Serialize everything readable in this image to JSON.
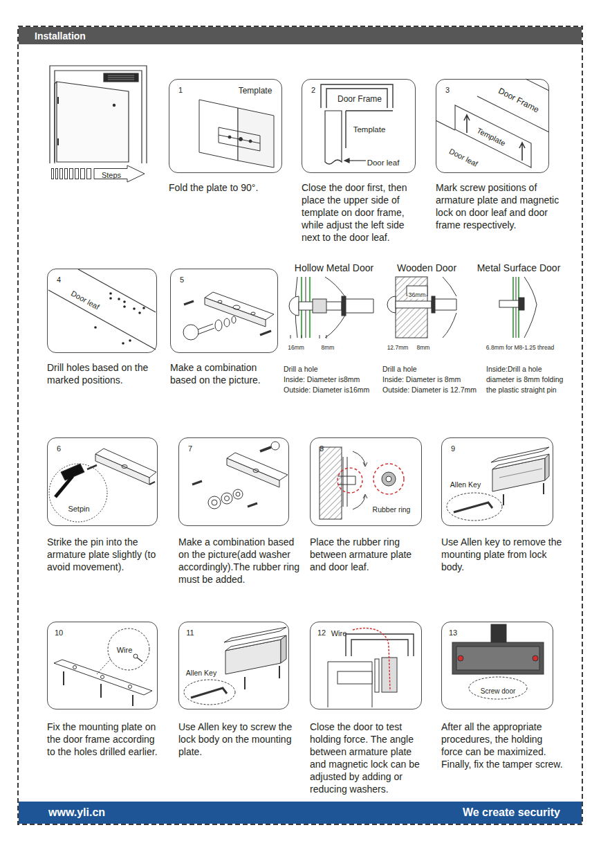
{
  "diagram": {
    "title": "Installation",
    "nodes": [
      {
        "text": [
          "Steps"
        ]
      },
      {
        "text": [
          "1",
          "Template",
          "Fold the plate to 90°."
        ]
      },
      {
        "text": [
          "2",
          "Door Frame",
          "Template",
          "Door leaf",
          "Close the door first, then place the upper side of template on door frame, while adjust the left side next to the door leaf."
        ]
      },
      {
        "text": [
          "3",
          "Door Frame",
          "Template",
          "Door leaf",
          "Mark screw positions of armature plate and magnetic lock on door leaf and door frame respectively."
        ]
      },
      {
        "text": [
          "4",
          "Door leaf",
          "Drill holes based on the marked positions."
        ]
      },
      {
        "text": [
          "5",
          "Make a combination based on the picture."
        ]
      },
      {
        "text": [
          "6",
          "Setpin",
          "Strike the pin into the armature plate slightly (to avoid movement)."
        ]
      },
      {
        "text": [
          "7",
          "Make a combination based on the picture(add washer accordingly).The rubber ring must be added."
        ]
      },
      {
        "text": [
          "8",
          "Rubber ring",
          "Place the rubber ring between armature plate and door leaf."
        ]
      },
      {
        "text": [
          "9",
          "Allen Key",
          "Use Allen key to remove the mounting plate from lock body."
        ]
      },
      {
        "text": [
          "10",
          "Wire",
          "Fix the mounting plate on the door frame according to the holes drilled earlier."
        ]
      },
      {
        "text": [
          "11",
          "Allen Key",
          "Use Allen key to screw the lock body on the mounting plate."
        ]
      },
      {
        "text": [
          "12",
          "Wire",
          "Close the door to test holding force. The angle between armature plate and magnetic lock can be adjusted by adding or reducing washers."
        ]
      },
      {
        "text": [
          "13",
          "Screw door",
          "After all the appropriate procedures, the holding force can be maximized. Finally, fix the tamper screw."
        ]
      }
    ],
    "labels": [
      "Hollow Metal Door",
      "Wooden Door",
      "Metal Surface Door",
      "16mm",
      "8mm",
      "36mm",
      "12.7mm",
      "8mm",
      "6.8mm for M8-1.25 thread",
      "Drill a hole",
      "Inside: Diameter is8mm",
      "Outside: Diameter is16mm",
      "Drill a hole",
      "Inside: Diameter is 8mm",
      "Outside: Diameter is 12.7mm",
      "Inside:Drill a hole",
      "diameter is 8mm folding",
      "the plastic straight pin",
      "www.yli.cn",
      "We create security"
    ]
  }
}
